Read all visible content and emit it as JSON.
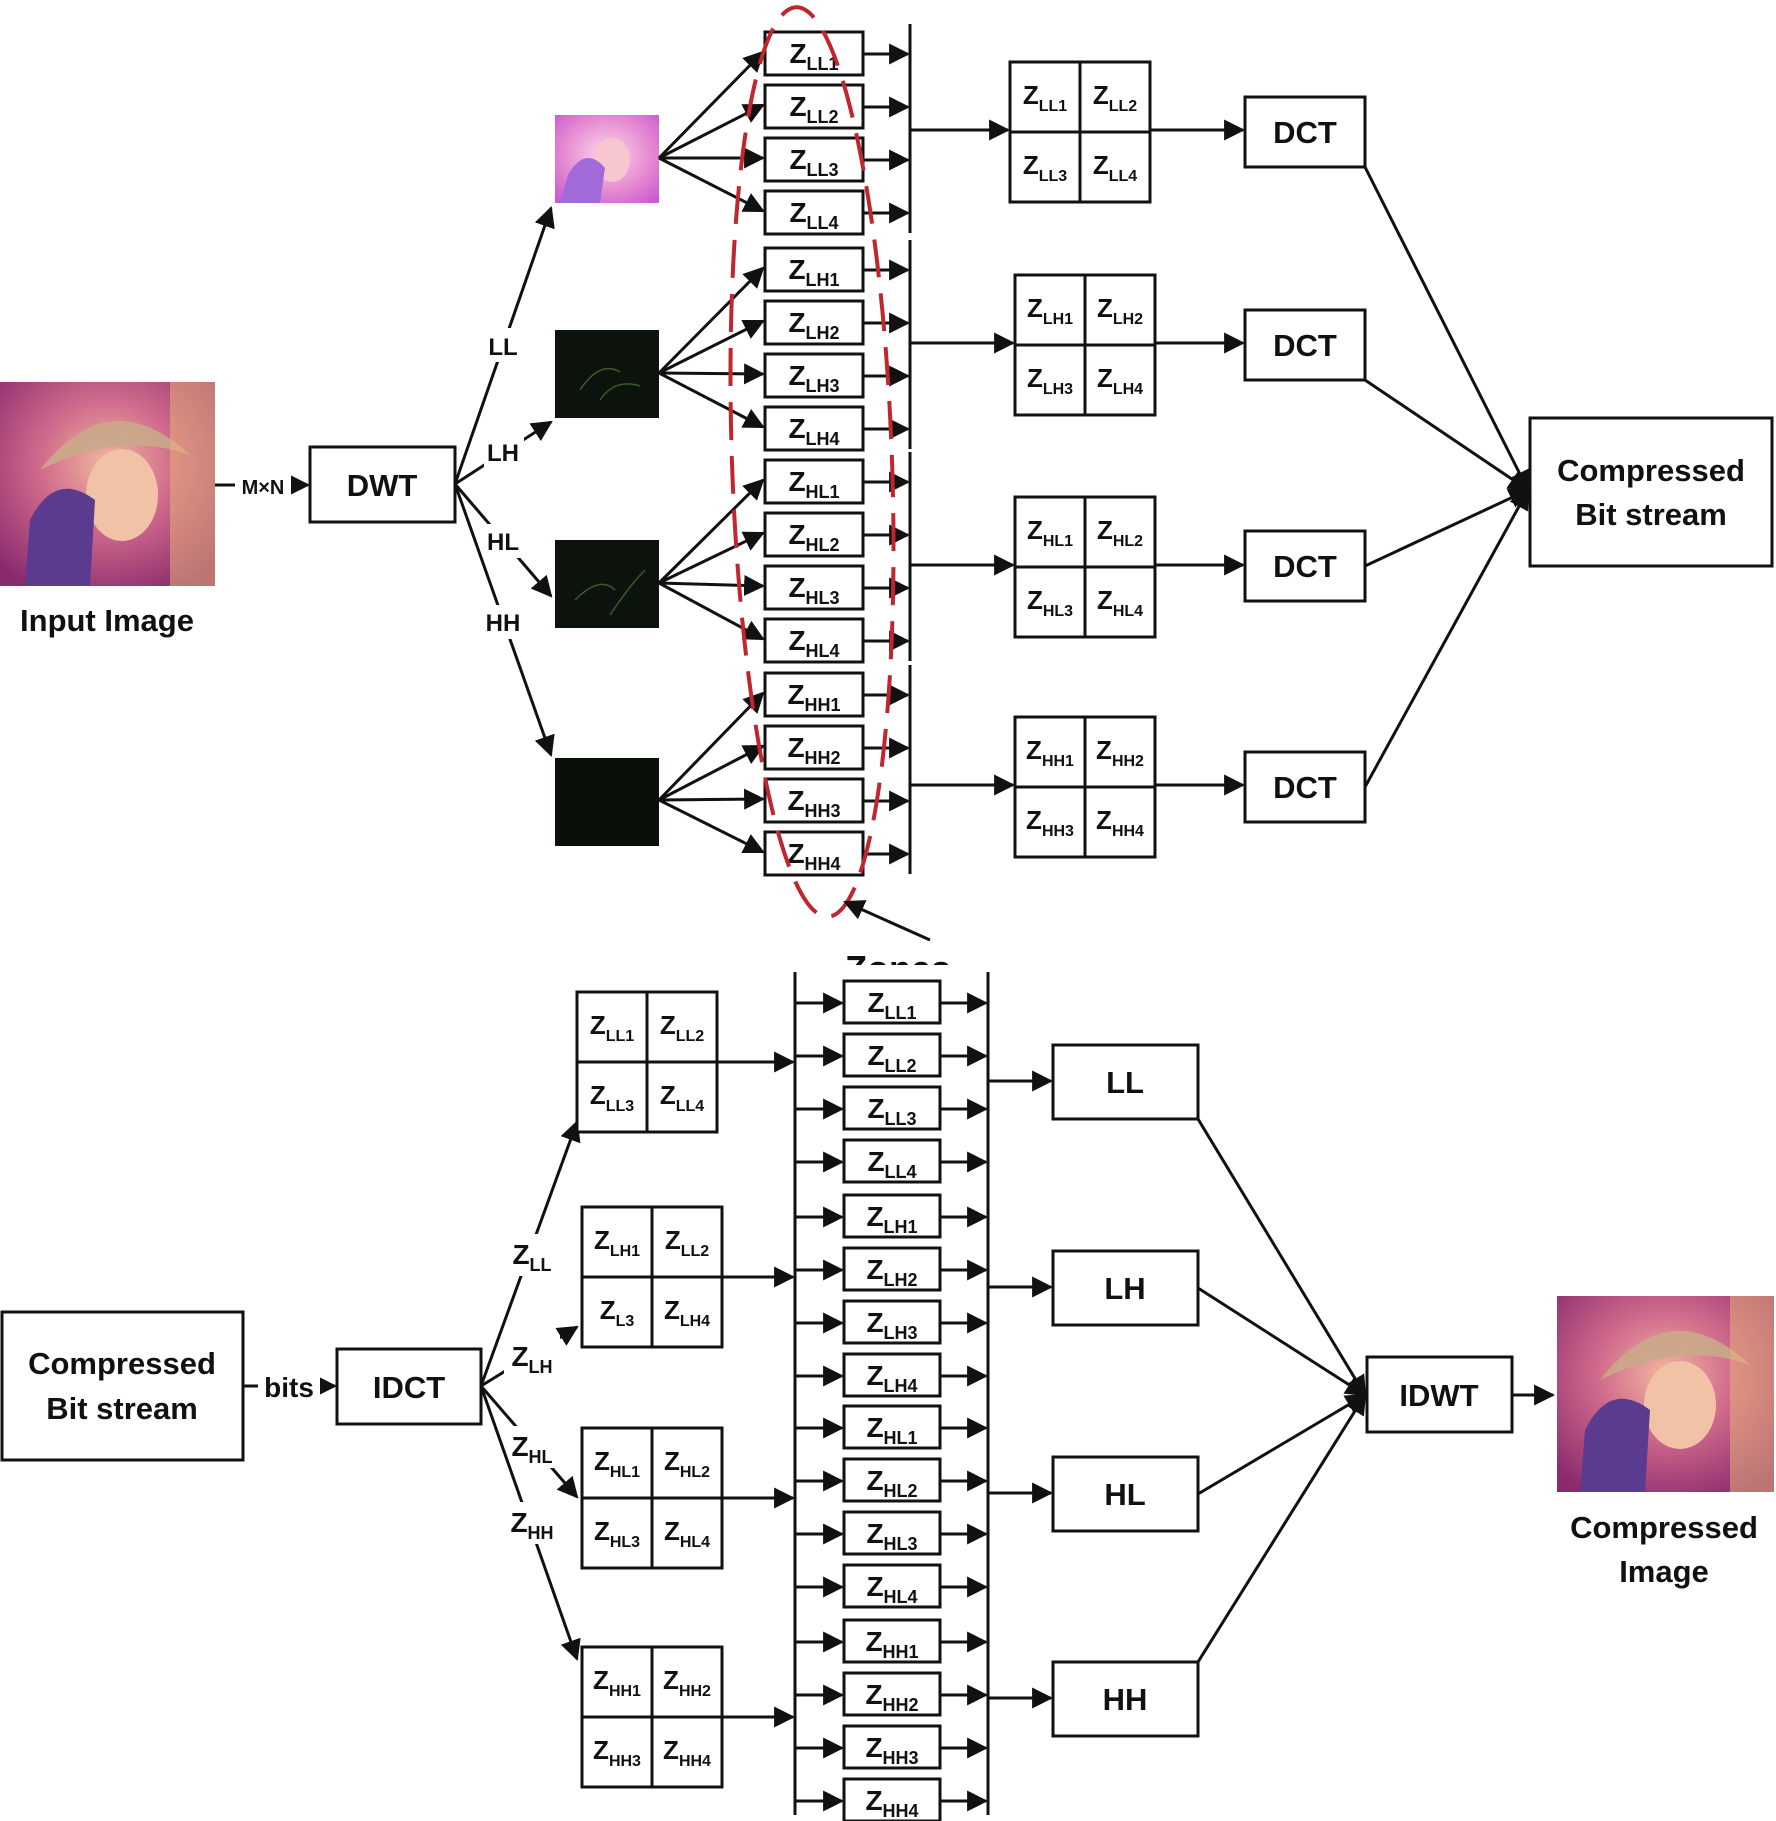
{
  "compression": {
    "input_label": "Input Image",
    "size_label": "M×N",
    "dwt_label": "DWT",
    "band_labels": [
      "LL",
      "LH",
      "HL",
      "HH"
    ],
    "zones_label": "Zones",
    "dct_label": "DCT",
    "output_label_line1": "Compressed",
    "output_label_line2": "Bit stream",
    "zone_subscripts": [
      [
        "LL1",
        "LL2",
        "LL3",
        "LL4"
      ],
      [
        "LH1",
        "LH2",
        "LH3",
        "LH4"
      ],
      [
        "HL1",
        "HL2",
        "HL3",
        "HL4"
      ],
      [
        "HH1",
        "HH2",
        "HH3",
        "HH4"
      ]
    ]
  },
  "decompression": {
    "input_label_line1": "Compressed",
    "input_label_line2": "Bit stream",
    "bits_label": "bits",
    "idct_label": "IDCT",
    "branch_subscripts": [
      "LL",
      "LH",
      "HL",
      "HH"
    ],
    "grid_subscripts": [
      [
        "LL1",
        "LL2",
        "LL3",
        "LL4"
      ],
      [
        "LH1",
        "LL2",
        "L3",
        "LH4"
      ],
      [
        "HL1",
        "HL2",
        "HL3",
        "HL4"
      ],
      [
        "HH1",
        "HH2",
        "HH3",
        "HH4"
      ]
    ],
    "zone_subscripts": [
      [
        "LL1",
        "LL2",
        "LL3",
        "LL4"
      ],
      [
        "LH1",
        "LH2",
        "LH3",
        "LH4"
      ],
      [
        "HL1",
        "HL2",
        "HL3",
        "HL4"
      ],
      [
        "HH1",
        "HH2",
        "HH3",
        "HH4"
      ]
    ],
    "band_labels": [
      "LL",
      "LH",
      "HL",
      "HH"
    ],
    "idwt_label": "IDWT",
    "output_label_line1": "Compressed",
    "output_label_line2": "Image"
  },
  "zone_letter": "Z",
  "colors": {
    "stroke": "#111111",
    "zone_highlight": "#c0262d"
  }
}
